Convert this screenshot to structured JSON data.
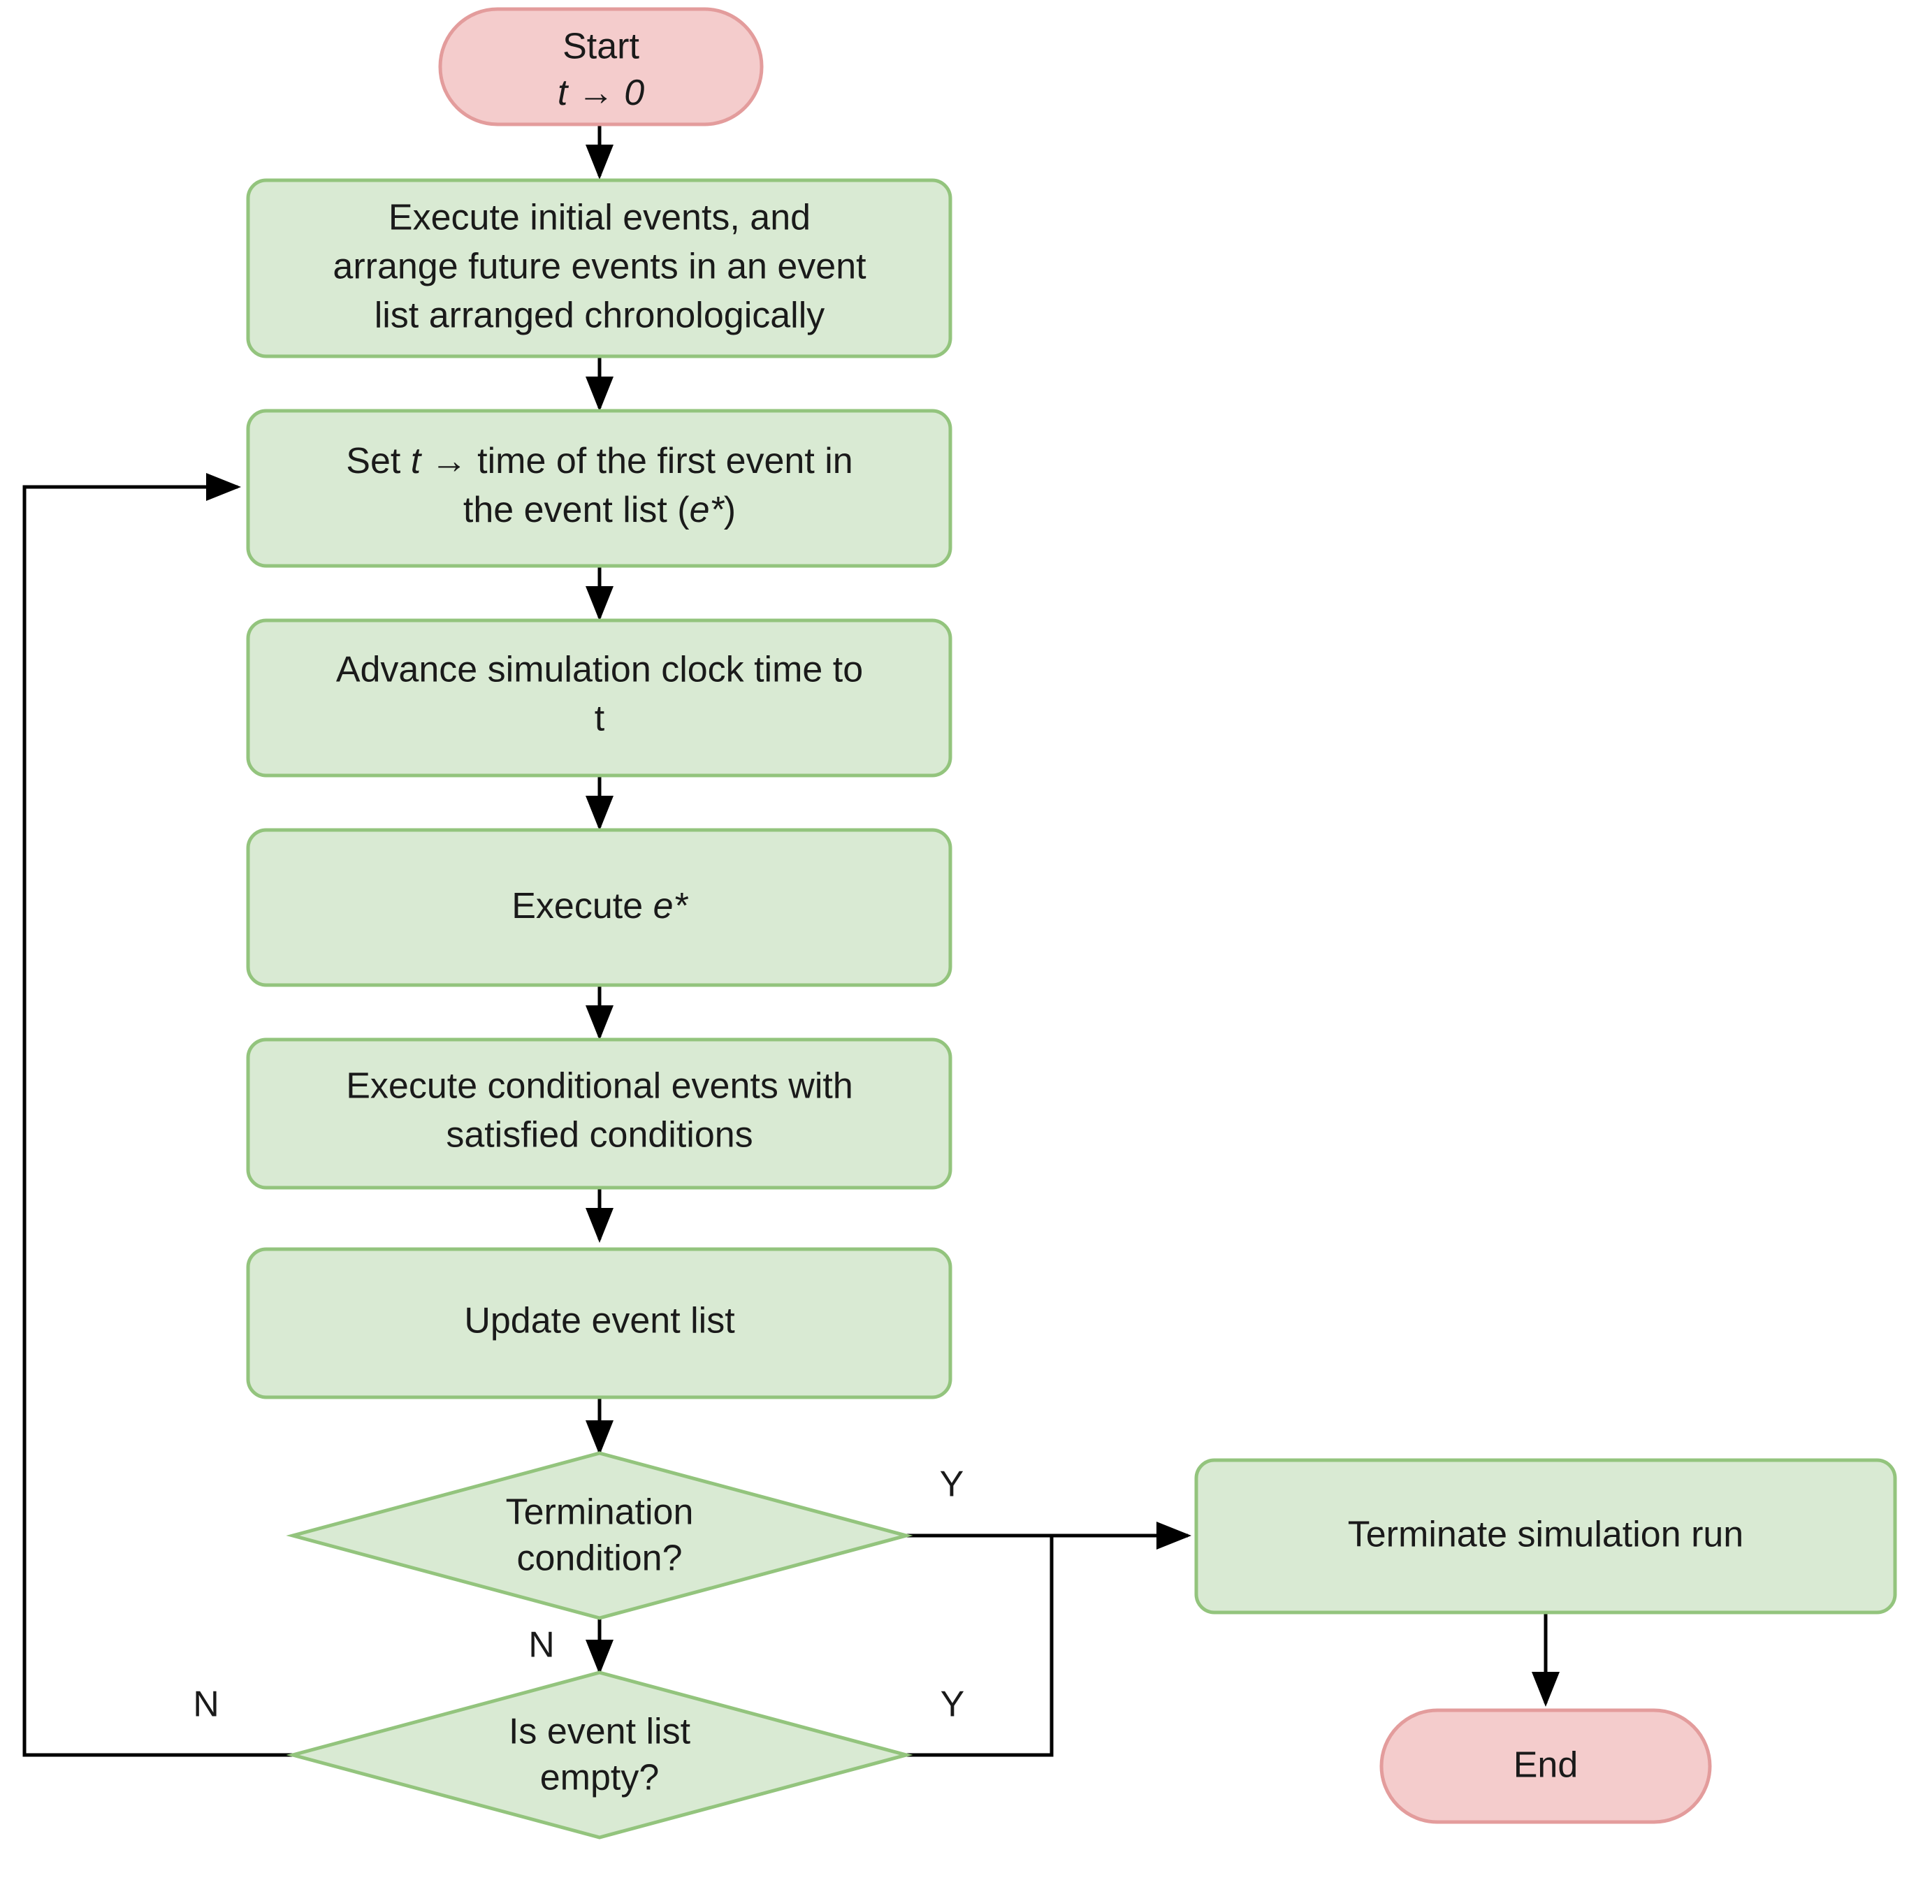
{
  "diagram": {
    "title": "Discrete-event simulation flowchart",
    "colors": {
      "terminator_fill": "#f4cccc",
      "terminator_stroke": "#e39c9c",
      "process_fill": "#d9ead3",
      "process_stroke": "#93c47d",
      "decision_fill": "#d9ead3",
      "decision_stroke": "#93c47d",
      "edge": "#000000",
      "text": "#1a1a1a",
      "background": "#ffffff"
    },
    "nodes": {
      "start": {
        "shape": "terminator",
        "line1": "Start",
        "line2_plain_t": "t",
        "line2_arrow": " → ",
        "line2_value": "0"
      },
      "init_events": {
        "shape": "process",
        "line1": "Execute initial events, and",
        "line2": "arrange future events in an event",
        "line3": "list arranged chronologically"
      },
      "set_time": {
        "shape": "process",
        "line1_a": "Set ",
        "line1_t": "t",
        "line1_b": " → time of the first event in",
        "line2_a": "the event list (",
        "line2_e": "e*",
        "line2_b": ")"
      },
      "advance_clock": {
        "shape": "process",
        "line1": "Advance simulation clock time to",
        "line2_t": "t"
      },
      "execute_estar": {
        "shape": "process",
        "line1_a": "Execute ",
        "line1_e": "e*"
      },
      "conditional_events": {
        "shape": "process",
        "line1": "Execute conditional events with",
        "line2": "satisfied conditions"
      },
      "update_event_list": {
        "shape": "process",
        "line1": "Update event list"
      },
      "termination_decision": {
        "shape": "decision",
        "line1": "Termination",
        "line2": "condition?"
      },
      "empty_decision": {
        "shape": "decision",
        "line1": "Is event list",
        "line2": "empty?"
      },
      "terminate_run": {
        "shape": "process",
        "line1": "Terminate simulation run"
      },
      "end": {
        "shape": "terminator",
        "line1": "End"
      }
    },
    "edge_labels": {
      "termination_yes": "Y",
      "termination_no": "N",
      "empty_yes": "Y",
      "empty_no": "N"
    }
  }
}
